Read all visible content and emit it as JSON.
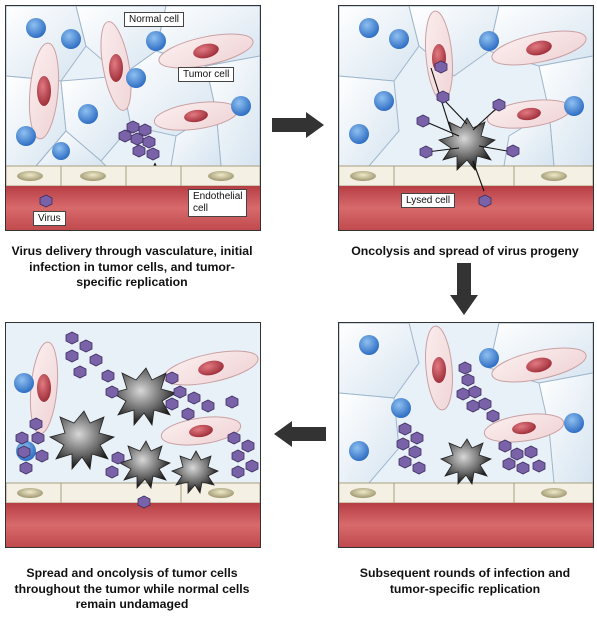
{
  "panels": [
    {
      "caption_lines": [
        "Virus delivery through vasculature, initial",
        "infection in tumor cells, and tumor-",
        "specific replication"
      ],
      "labels": {
        "normal_cell": "Normal cell",
        "tumor_cell": "Tumor cell",
        "endothelial_cell_line1": "Endothelial",
        "endothelial_cell_line2": "cell",
        "virus": "Virus"
      }
    },
    {
      "caption_lines": [
        "Oncolysis and spread of virus progeny"
      ],
      "labels": {
        "lysed_cell": "Lysed cell"
      }
    },
    {
      "caption_lines": [
        "Subsequent rounds of infection and",
        "tumor-specific replication"
      ]
    },
    {
      "caption_lines": [
        "Spread and oncolysis of tumor cells",
        "throughout the tumor while normal cells",
        "remain undamaged"
      ]
    }
  ],
  "colors": {
    "tumor_cell_nucleus": "#3d7fd0",
    "normal_cell_nucleus": "#b03a45",
    "virus": "#7a62a8",
    "vessel": "#c04a4e",
    "arrow": "#333333"
  },
  "icons": {
    "virus": "hexagon-icon",
    "lysed_cell": "starburst-icon",
    "flow_arrow": "block-arrow-icon"
  }
}
